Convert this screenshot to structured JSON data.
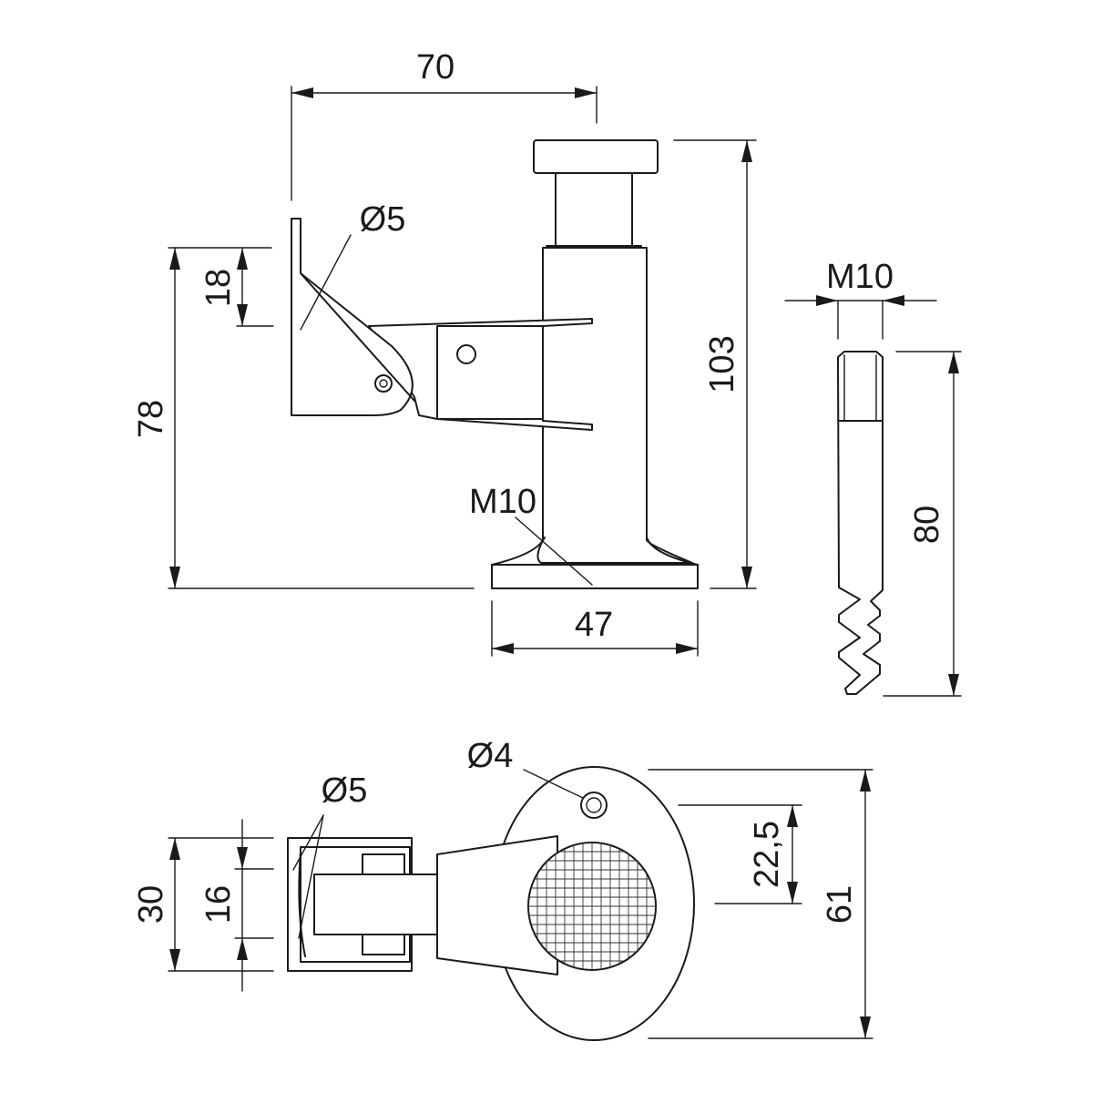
{
  "dimensions": {
    "top_width": "70",
    "height_total": "103",
    "height_lever": "78",
    "lever_gap": "18",
    "lever_pin_dia": "Ø5",
    "base_width": "47",
    "thread_base": "M10",
    "pin_thread": "M10",
    "pin_length": "80",
    "plan_hole_dia": "Ø4",
    "plan_pin_dia": "Ø5",
    "plan_width": "30",
    "plan_inner": "16",
    "plan_offset": "22,5",
    "plan_height": "61"
  },
  "colors": {
    "stroke": "#1a1a1a",
    "background": "#ffffff"
  }
}
